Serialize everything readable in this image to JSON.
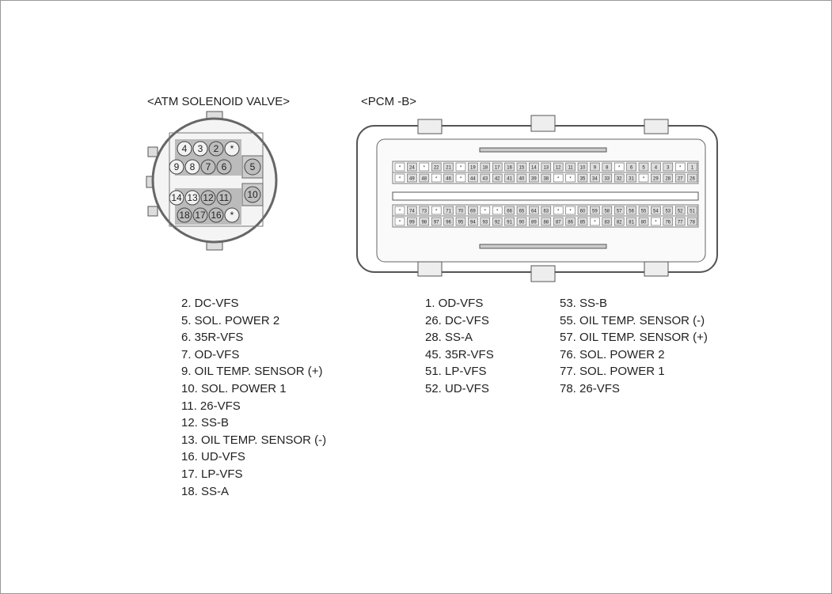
{
  "atm": {
    "title": "<ATM SOLENOID VALVE>",
    "rows": [
      [
        "4",
        "3",
        "2",
        "*"
      ],
      [
        "9",
        "8",
        "7",
        "6"
      ],
      [
        "14",
        "13",
        "12",
        "11"
      ],
      [
        "18",
        "17",
        "16",
        "*"
      ]
    ],
    "side_pins": [
      "5",
      "10"
    ],
    "pins": [
      "2. DC-VFS",
      "5. SOL. POWER 2",
      "6. 35R-VFS",
      "7. OD-VFS",
      "9. OIL TEMP. SENSOR (+)",
      "10. SOL. POWER 1",
      "11. 26-VFS",
      "12. SS-B",
      "13. OIL TEMP. SENSOR (-)",
      "16. UD-VFS",
      "17. LP-VFS",
      "18. SS-A"
    ]
  },
  "pcm": {
    "title": "<PCM -B>",
    "rows": [
      [
        "*",
        "24",
        "*",
        "22",
        "21",
        "*",
        "19",
        "18",
        "17",
        "16",
        "15",
        "14",
        "13",
        "12",
        "11",
        "10",
        "9",
        "8",
        "*",
        "6",
        "5",
        "4",
        "3",
        "*",
        "1"
      ],
      [
        "*",
        "49",
        "48",
        "*",
        "46",
        "*",
        "44",
        "43",
        "42",
        "41",
        "40",
        "39",
        "38",
        "*",
        "*",
        "35",
        "34",
        "33",
        "32",
        "31",
        "*",
        "29",
        "28",
        "27",
        "26"
      ],
      [
        "*",
        "74",
        "73",
        "*",
        "71",
        "70",
        "69",
        "*",
        "*",
        "66",
        "65",
        "64",
        "63",
        "*",
        "*",
        "60",
        "59",
        "58",
        "57",
        "56",
        "55",
        "54",
        "53",
        "52",
        "51"
      ],
      [
        "*",
        "99",
        "98",
        "97",
        "96",
        "95",
        "94",
        "93",
        "92",
        "91",
        "90",
        "89",
        "88",
        "87",
        "86",
        "85",
        "*",
        "83",
        "82",
        "81",
        "80",
        "*",
        "76",
        "77",
        "78"
      ]
    ],
    "pins_col1": [
      "1. OD-VFS",
      "26. DC-VFS",
      "28. SS-A",
      "45. 35R-VFS",
      "51. LP-VFS",
      "52. UD-VFS"
    ],
    "pins_col2": [
      "53. SS-B",
      "55. OIL TEMP. SENSOR (-)",
      "57. OIL TEMP. SENSOR (+)",
      "76. SOL. POWER 2",
      "77. SOL. POWER 1",
      "78. 26-VFS"
    ]
  }
}
